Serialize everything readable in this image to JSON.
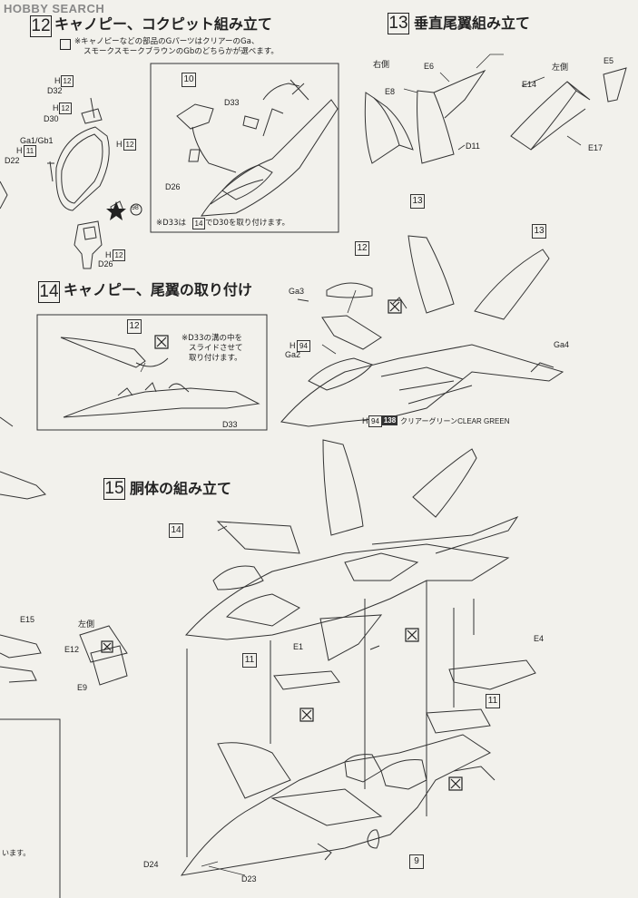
{
  "watermark": "HOBBY SEARCH",
  "step12": {
    "number": "12",
    "title": "キャノピー、コクピット組み立て",
    "note_line1": "※キャノピーなどの部品のGパーツはクリアーのGa、",
    "note_line2": "スモークスモークブラウンのGbのどちらかが選べます。",
    "labels": {
      "h12_a": "H",
      "h12_a_box": "12",
      "d32": "D32",
      "h12_b": "H",
      "h12_b_box": "12",
      "d30": "D30",
      "ga_gb1": "Ga1/Gb1",
      "h12_c": "H",
      "h12_c_box": "12",
      "h11": "H",
      "h11_box": "11",
      "d22": "D22",
      "star_num": "98",
      "h12_d": "H",
      "h12_d_box": "12",
      "d26_small": "D26"
    },
    "inset": {
      "part_box": "10",
      "d33": "D33",
      "d26": "D26",
      "note_pre": "※D33は",
      "note_box": "14",
      "note_post": "でD30を取り付けます。"
    }
  },
  "step13": {
    "number": "13",
    "title": "垂直尾翼組み立て",
    "right_side": "右側",
    "left_side": "左側",
    "e6": "E6",
    "e8": "E8",
    "d11": "D11",
    "e5": "E5",
    "e14": "E14",
    "e17": "E17"
  },
  "step14": {
    "number": "14",
    "title": "キャノピー、尾翼の取り付け",
    "inset_box": "12",
    "note_line1": "※D33の溝の中を",
    "note_line2": "スライドさせて",
    "note_line3": "取り付けます。",
    "d33": "D33",
    "box13_a": "13",
    "box13_b": "13",
    "box12": "12",
    "ga3": "Ga3",
    "h94": "H",
    "h94_box": "94",
    "ga2": "Ga2",
    "ga4": "Ga4",
    "paint_h": "H",
    "paint_h_box": "94",
    "paint_num": "138",
    "paint_name": "クリアーグリーンCLEAR GREEN"
  },
  "step15": {
    "number": "15",
    "title": "胴体の組み立て",
    "box14": "14",
    "left_side": "左側",
    "e12": "E12",
    "e9": "E9",
    "e1": "E1",
    "e4": "E4",
    "box11_a": "11",
    "box11_b": "11",
    "box9": "9",
    "d24": "D24",
    "d23": "D23",
    "e15": "E15"
  },
  "edge": {
    "left_text": "います。"
  }
}
